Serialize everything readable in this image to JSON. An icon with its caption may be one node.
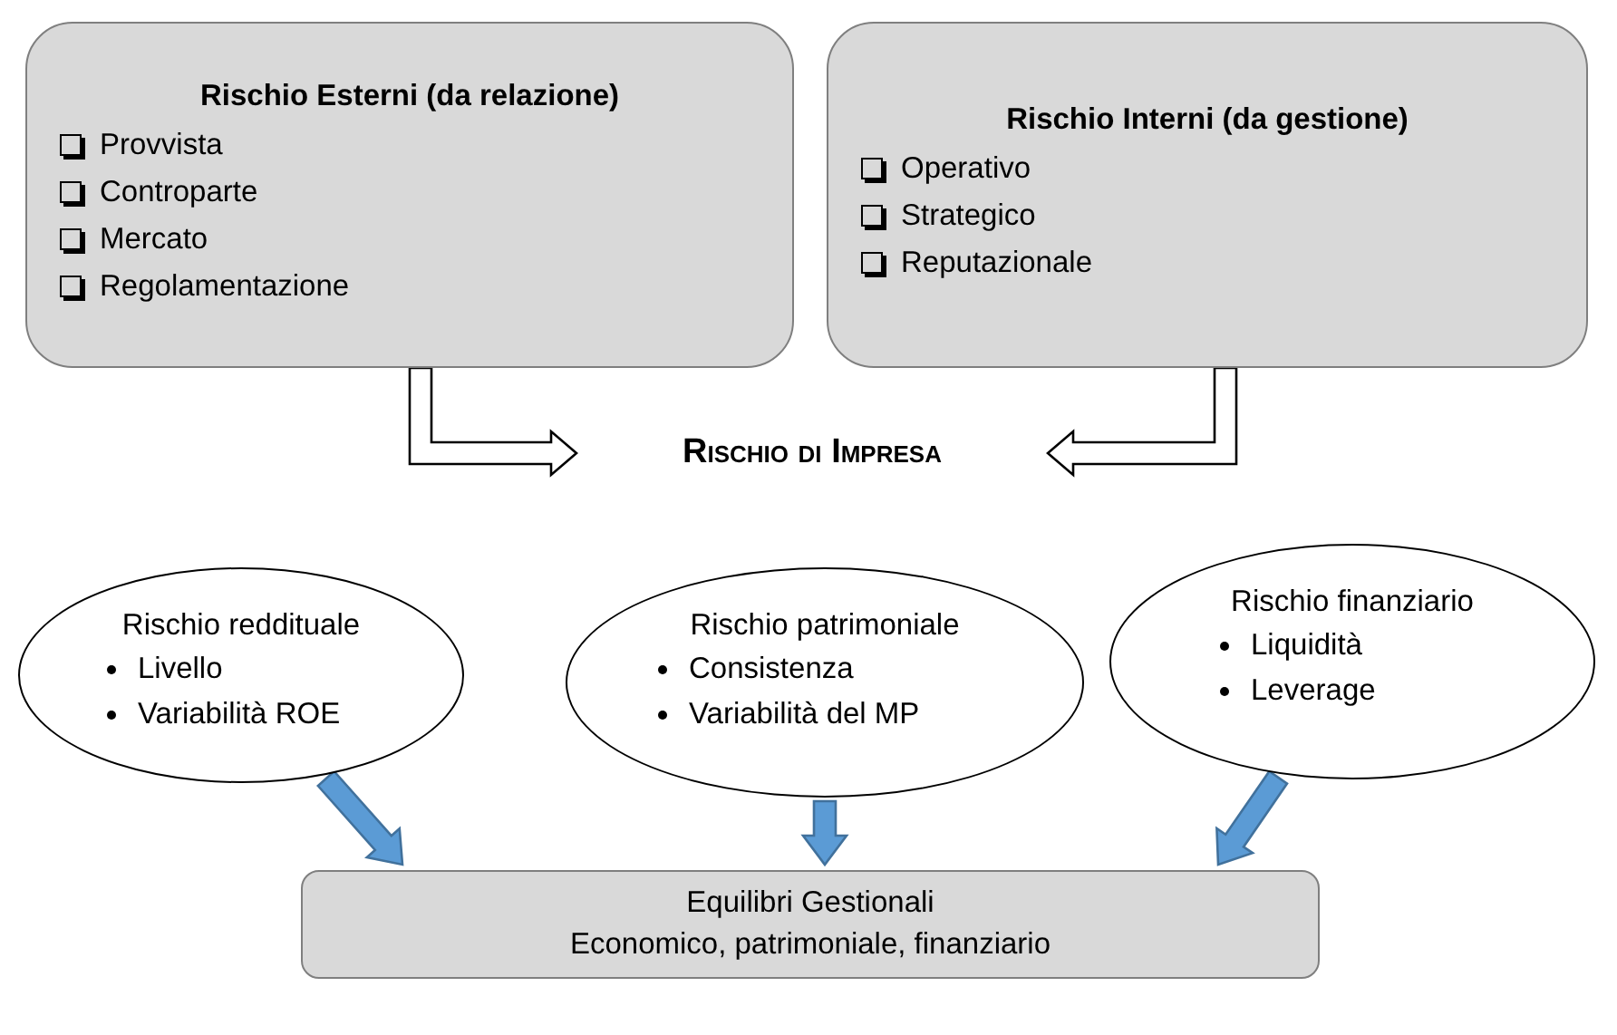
{
  "diagram": {
    "nodes": [
      {
        "text": [
          "Rischio Esterni (da relazione)",
          "Provvista",
          "Controparte",
          "Mercato",
          "Regolamentazione"
        ]
      },
      {
        "text": [
          "Rischio Interni (da gestione)",
          "Operativo",
          "Strategico",
          "Reputazionale"
        ]
      },
      {
        "text": [
          "Rischio di Impresa"
        ]
      },
      {
        "text": [
          "Rischio reddituale",
          "Livello",
          "Variabilità ROE"
        ]
      },
      {
        "text": [
          "Rischio patrimoniale",
          "Consistenza",
          "Variabilità del MP"
        ]
      },
      {
        "text": [
          "Rischio finanziario",
          "Liquidità",
          "Leverage"
        ]
      },
      {
        "text": [
          "Equilibri Gestionali",
          "Economico, patrimoniale, finanziario"
        ]
      }
    ],
    "edges": [
      {
        "from": 0,
        "to": 2,
        "arrow": "to",
        "style": "thick",
        "color": "#ffffff"
      },
      {
        "from": 1,
        "to": 2,
        "arrow": "to",
        "style": "thick",
        "color": "#ffffff"
      },
      {
        "from": 3,
        "to": 6,
        "arrow": "to",
        "style": "thick"
      },
      {
        "from": 4,
        "to": 6,
        "arrow": "to",
        "style": "thick"
      },
      {
        "from": 5,
        "to": 6,
        "arrow": "to",
        "style": "thick"
      }
    ]
  }
}
